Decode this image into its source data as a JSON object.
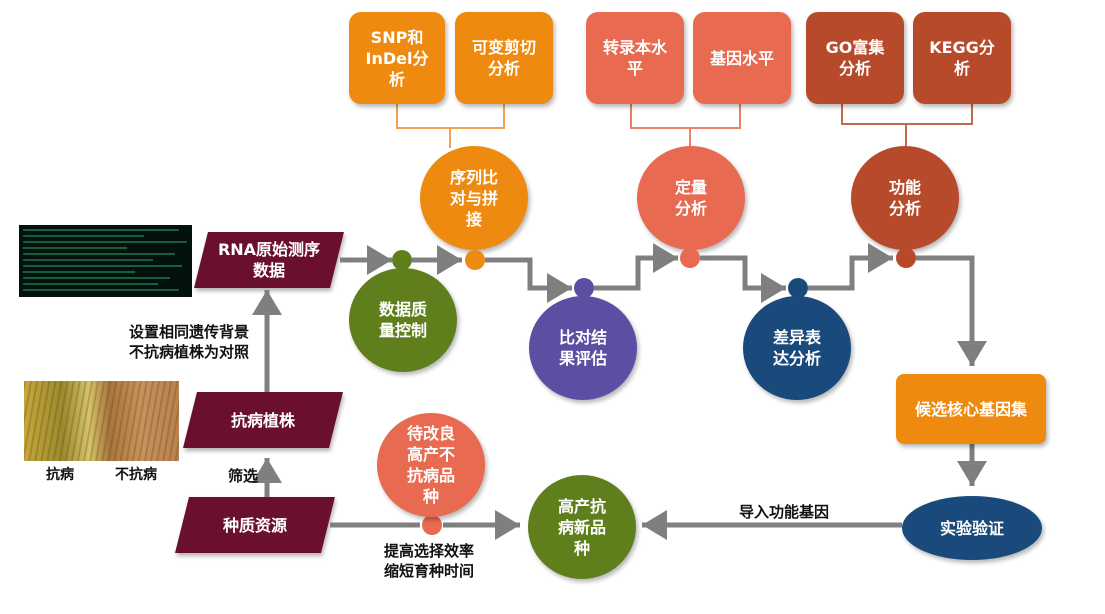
{
  "top_boxes": {
    "snp": "SNP和\nInDel分\n析",
    "splicing": "可变剪切\n分析",
    "transcript": "转录本水\n平",
    "gene": "基因水平",
    "go": "GO富集\n分析",
    "kegg": "KEGG分\n析"
  },
  "circles": {
    "alignment": "序列比\n对与拼\n接",
    "quant": "定量\n分析",
    "function": "功能\n分析",
    "qc": "数据质\n量控制",
    "eval": "比对结\n果评估",
    "diff": "差异表\n达分析",
    "improve": "待改良\n高产不\n抗病品\n种",
    "new_variety": "高产抗\n病新品\n种",
    "validation": "实验验证"
  },
  "parallelograms": {
    "rna": "RNA原始测序\n数据",
    "resistant": "抗病植株",
    "germplasm": "种质资源"
  },
  "candidate_box": "候选核心基因集",
  "labels": {
    "control": "设置相同遗传背景\n不抗病植株为对照",
    "screen": "筛选",
    "improve_rate": "提高选择效率\n缩短育种时间",
    "import": "导入功能基因",
    "resistant_tag": "抗病",
    "non_resistant_tag": "不抗病"
  },
  "colors": {
    "orange": "#ee8a0f",
    "salmon": "#e86a50",
    "rust": "#b84a2c",
    "green": "#5f7f1d",
    "purple": "#5a4fa3",
    "navy": "#1a4a7c",
    "maroon": "#6b0f2e",
    "arrow_gray": "#7f7f7f"
  },
  "icons": {
    "terminal": "sequencing-terminal-image",
    "photo": "rice-plants-photo"
  }
}
